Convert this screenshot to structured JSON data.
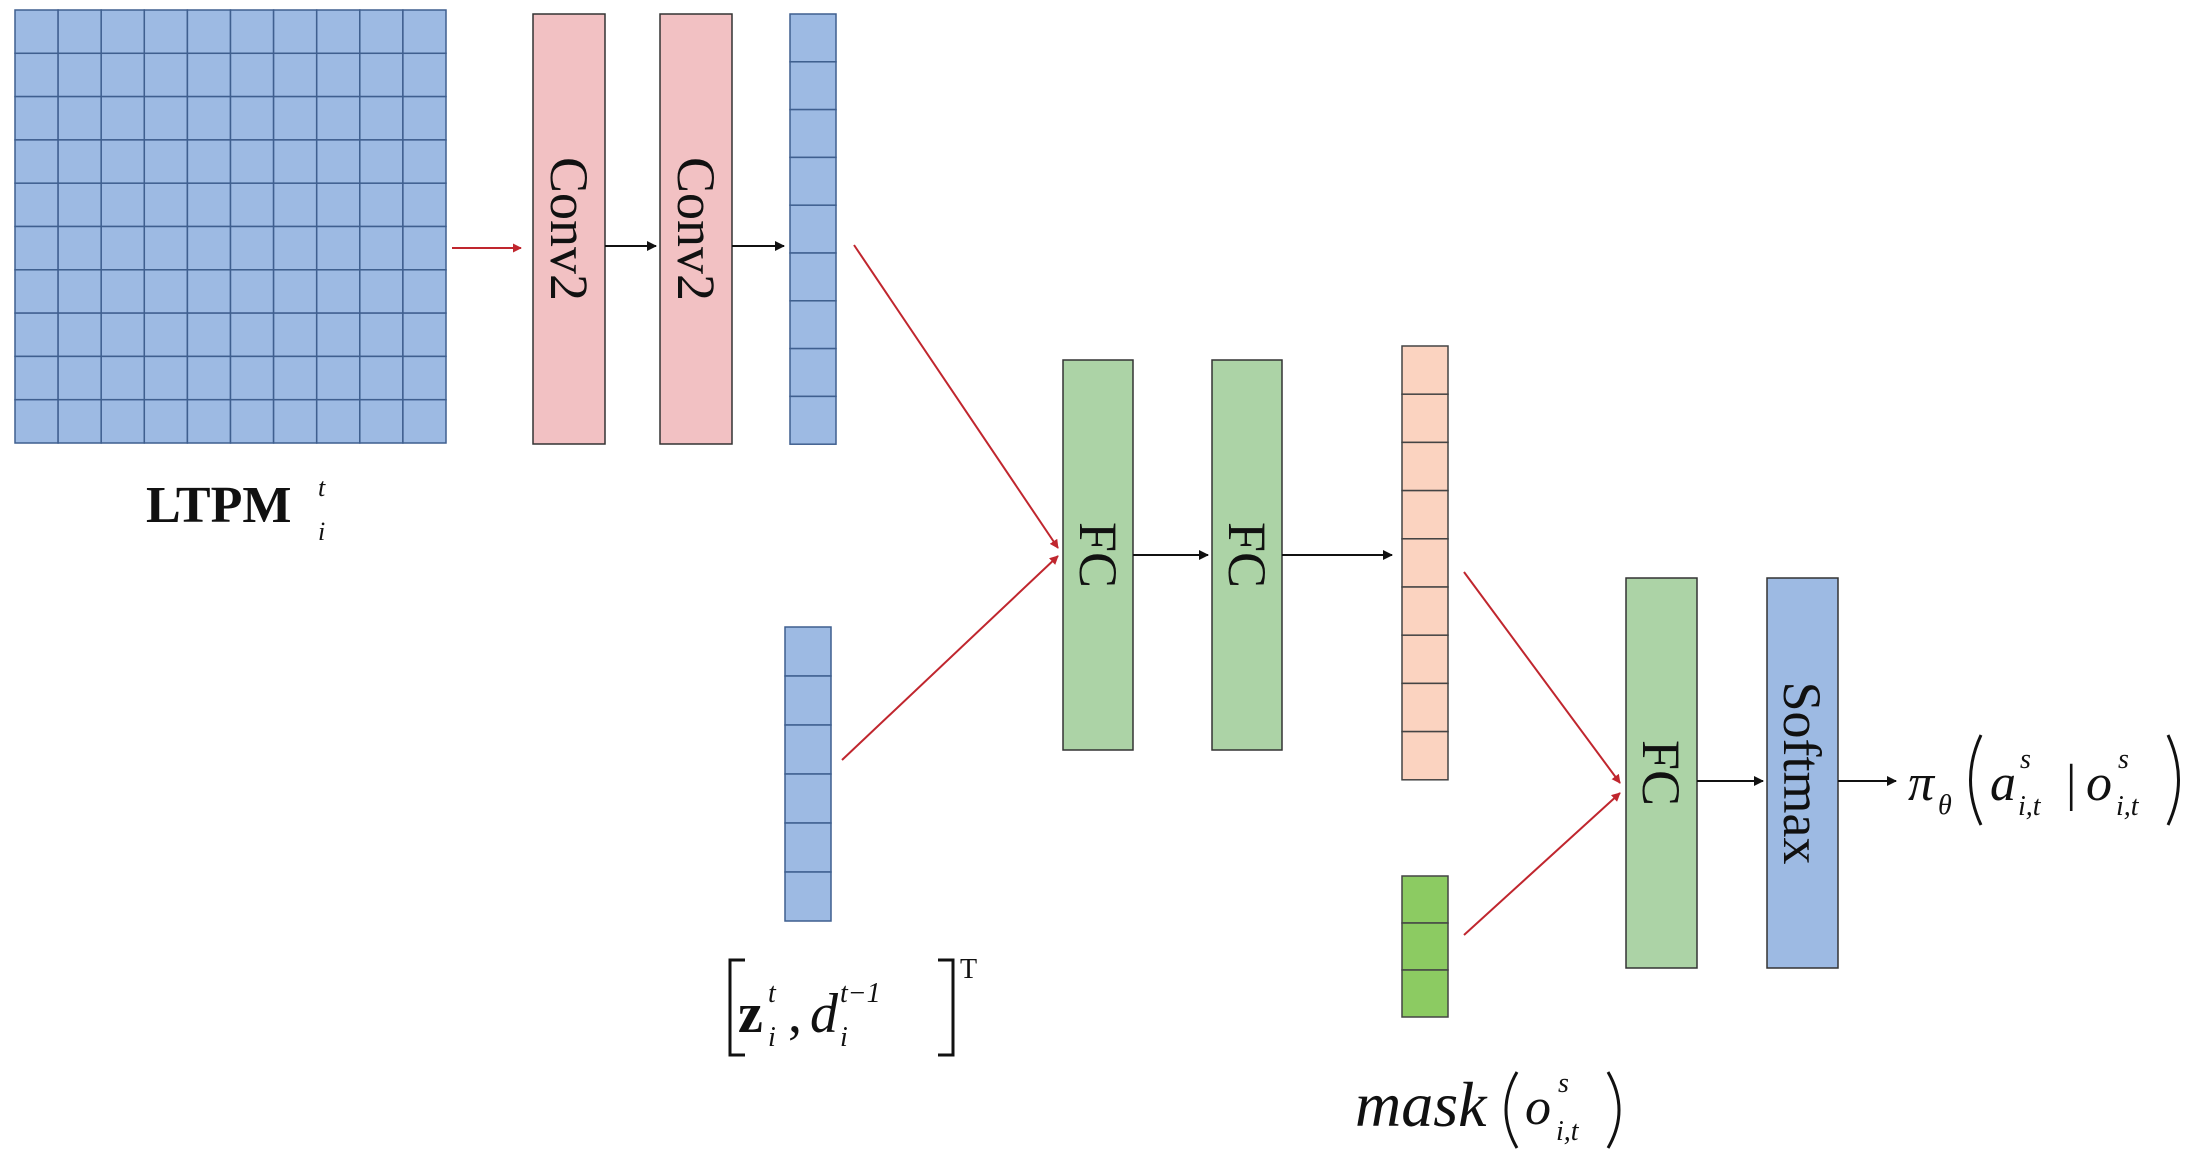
{
  "colors": {
    "grid_fill": "#9dbae3",
    "grid_stroke": "#3f5f8f",
    "conv_fill": "#f2c1c3",
    "fc_fill": "#acd3a6",
    "softmax_fill": "#9dbae3",
    "orange_fill": "#fbd3c0",
    "mask_fill": "#8ccb62",
    "arrow_red": "#c0262e",
    "arrow_black": "#111111",
    "box_stroke": "#333333"
  },
  "blocks": {
    "conv1": "Conv2",
    "conv2": "Conv2",
    "fc1": "FC",
    "fc2": "FC",
    "fc3": "FC",
    "softmax": "Softmax"
  },
  "labels": {
    "ltpm": {
      "main": "LTPM",
      "sup": "t",
      "sub": "i"
    },
    "z": {
      "z_main": "z",
      "z_sup": "t",
      "z_sub": "i",
      "comma": ",",
      "d_main": "d",
      "d_sup": "t−1",
      "d_sub": "i",
      "transpose": "T"
    },
    "mask": {
      "word": "mask",
      "o": "o",
      "o_sup": "s",
      "o_sub": "i,t"
    },
    "policy": {
      "pi": "π",
      "pi_sub": "θ",
      "a": "a",
      "a_sup": "s",
      "a_sub": "i,t",
      "bar": "|",
      "o": "o",
      "o_sup": "s",
      "o_sub": "i,t"
    }
  }
}
